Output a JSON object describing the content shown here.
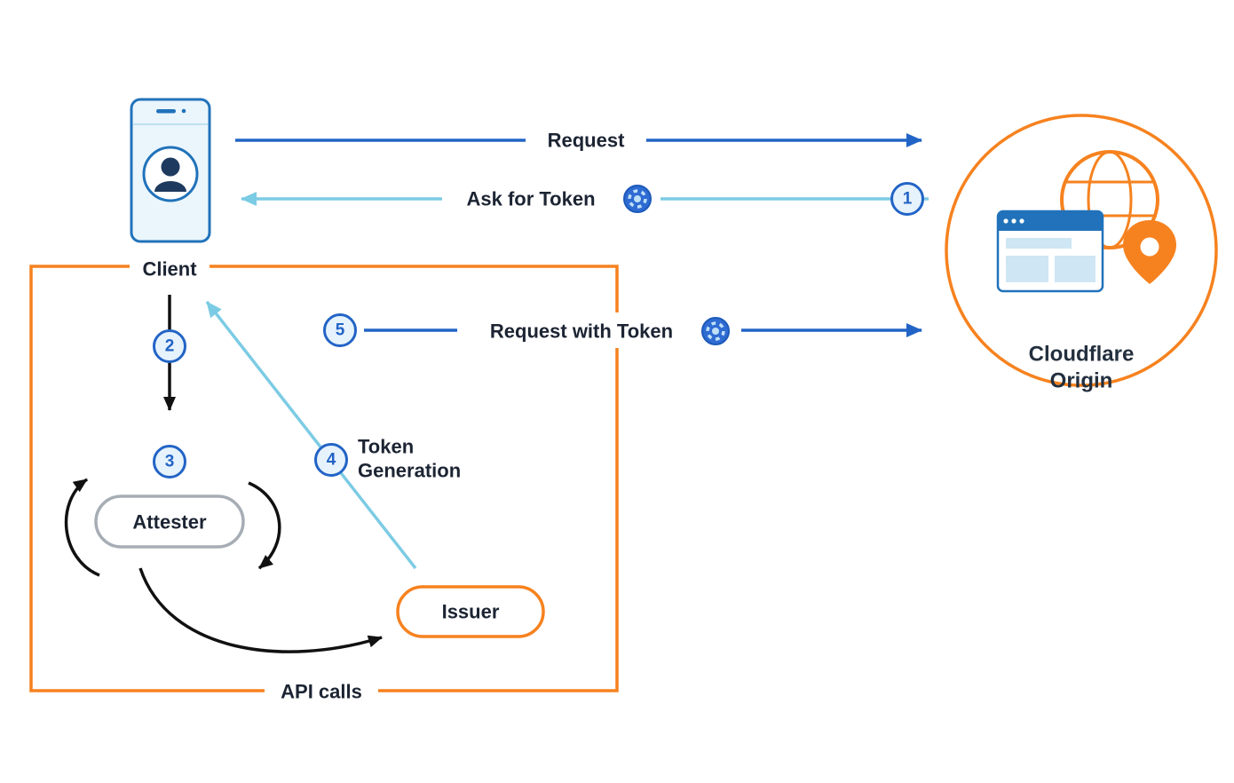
{
  "labels": {
    "client": "Client",
    "request": "Request",
    "ask_for_token": "Ask for Token",
    "request_with_token": "Request with Token",
    "token_generation_line1": "Token",
    "token_generation_line2": "Generation",
    "attester": "Attester",
    "issuer": "Issuer",
    "api_calls": "API calls",
    "origin_line1": "Cloudflare",
    "origin_line2": "Origin"
  },
  "steps": {
    "one": "1",
    "two": "2",
    "three": "3",
    "four": "4",
    "five": "5"
  },
  "colors": {
    "dark_blue_arrow": "#2264c6",
    "light_blue_arrow": "#7ccbe4",
    "orange": "#f6821f",
    "black_arrow": "#111111",
    "attester_gray": "#a6adb4",
    "step_fill": "#e6f2fc",
    "phone_blue": "#2172ba",
    "text_dark": "#1c2433"
  },
  "icons": {
    "phone-client-icon": "smartphone with user avatar",
    "token-icon": "blue token chip",
    "globe-icon": "orange globe grid",
    "browser-window-icon": "browser window with blocks",
    "location-pin-icon": "orange location pin"
  }
}
